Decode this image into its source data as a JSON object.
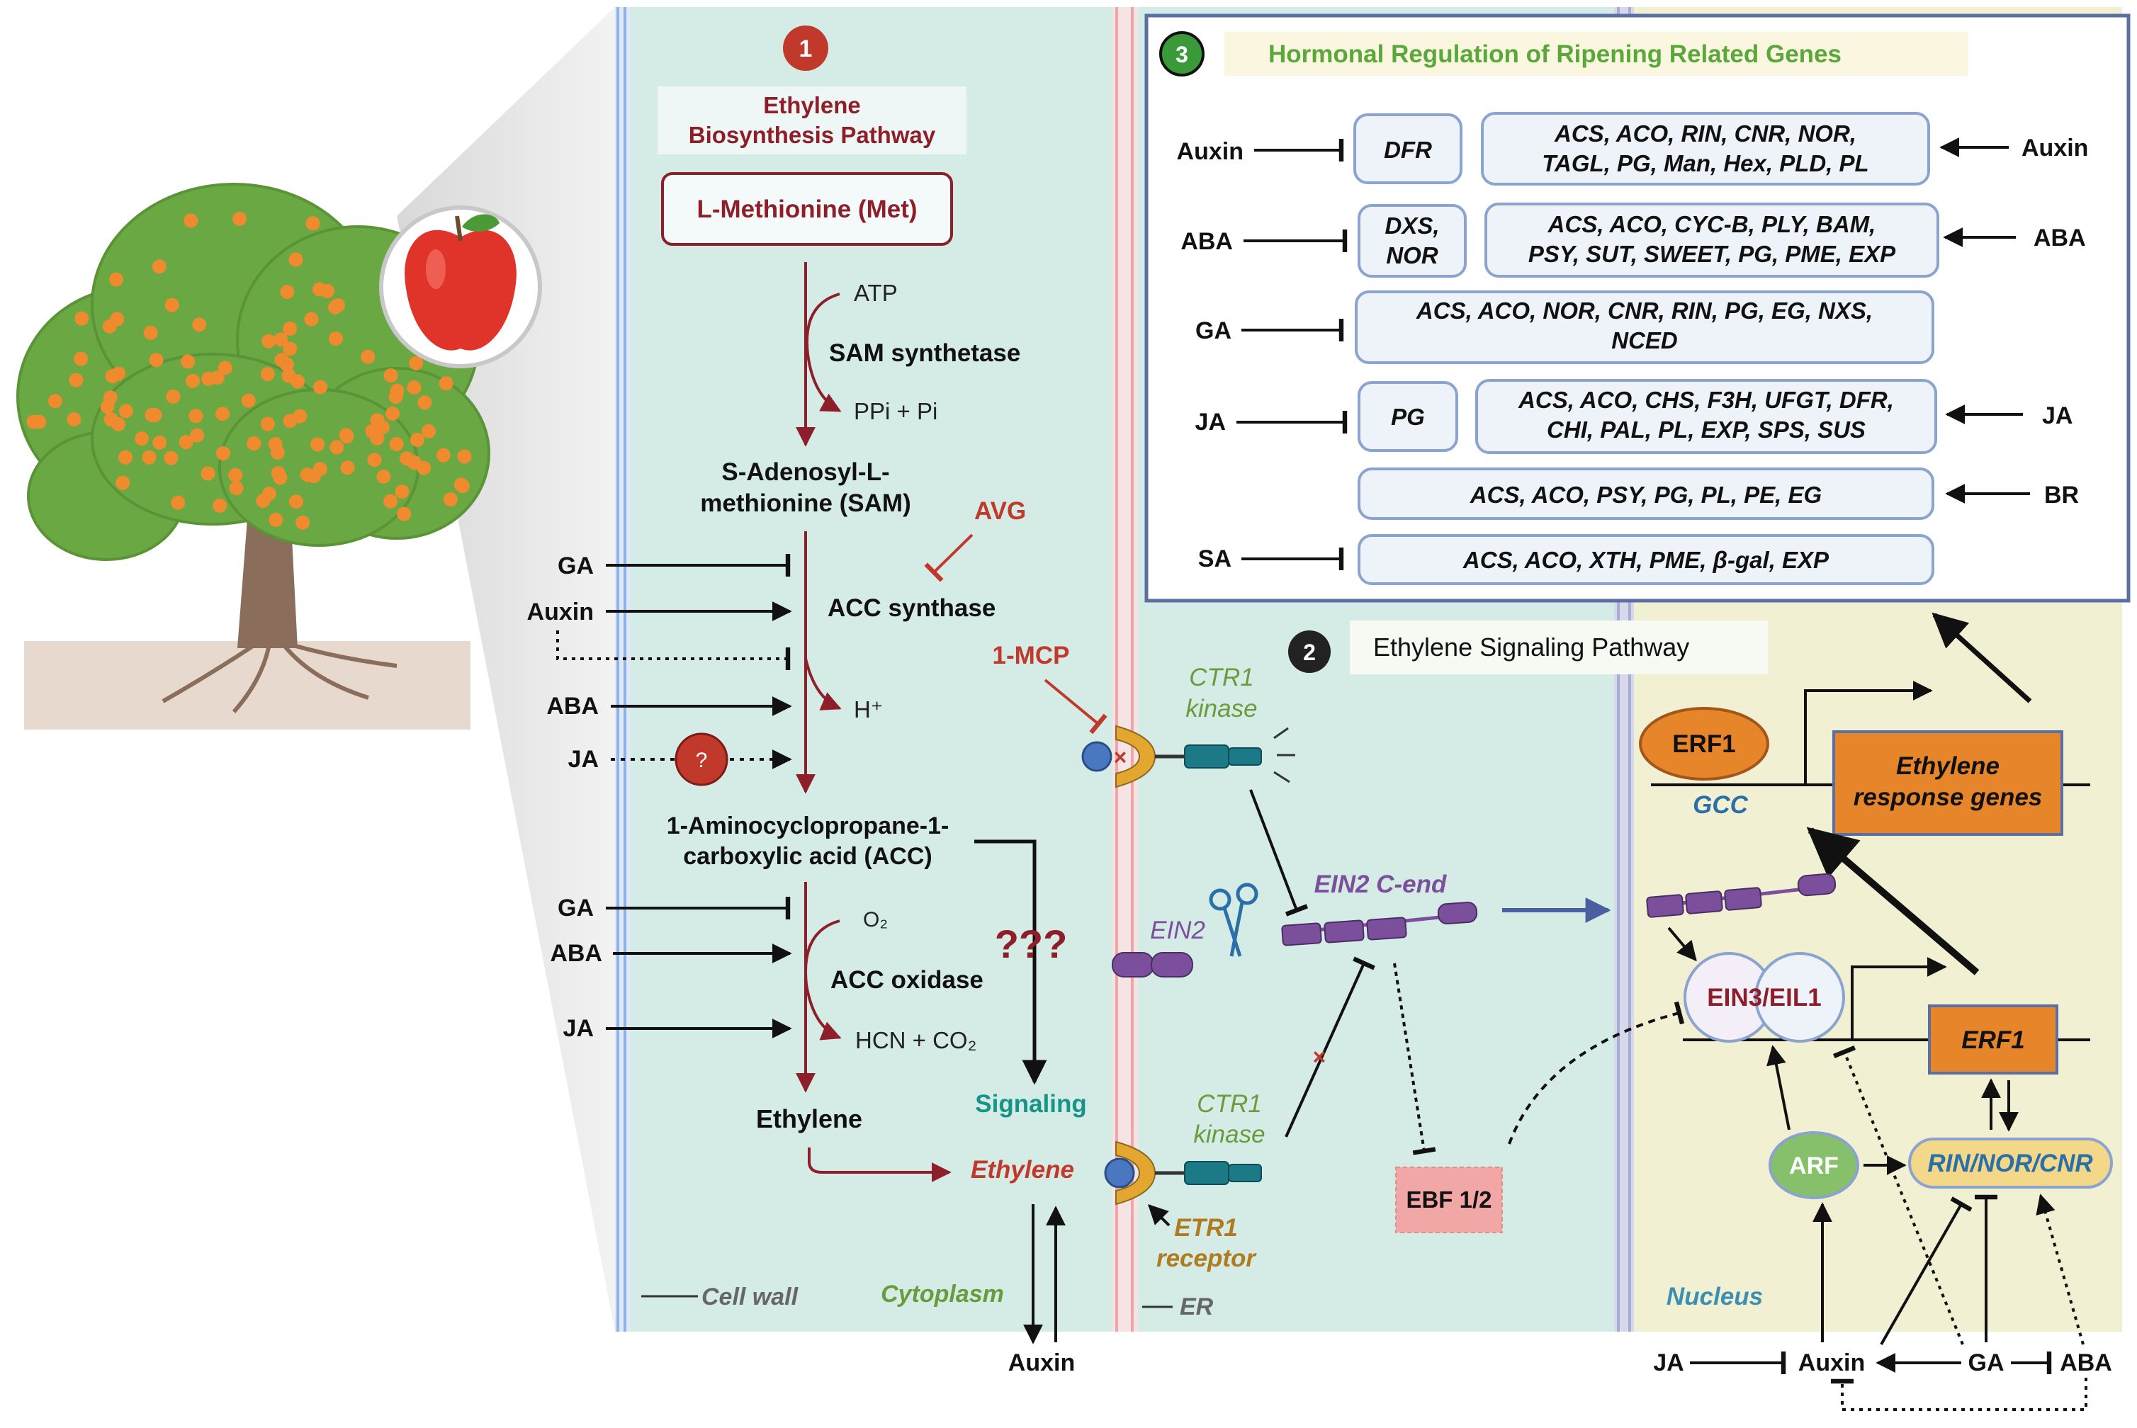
{
  "colors": {
    "cytoplasm": "#d5ebe6",
    "nucleus": "#f2f0d2",
    "box3_bg": "#ffffff",
    "dark_red": "#8e1f2a",
    "red": "#c0392b",
    "teal": "#179488",
    "green_label": "#6a9b3c",
    "purple": "#7b4f9b",
    "orange": "#e6852a",
    "blue_text": "#2a6fa8"
  },
  "panel1": {
    "badge": "1",
    "title_line1": "Ethylene",
    "title_line2": "Biosynthesis Pathway",
    "met": "L-Methionine (Met)",
    "atp": "ATP",
    "sam_synthetase": "SAM synthetase",
    "ppi": "PPi + Pi",
    "sam_line1": "S-Adenosyl-L-",
    "sam_line2": "methionine (SAM)",
    "avg": "AVG",
    "acc_synthase": "ACC synthase",
    "mcp": "1-MCP",
    "hplus": "H⁺",
    "q": "?",
    "acc_line1": "1-Aminocyclopropane-1-",
    "acc_line2": "carboxylic acid (ACC)",
    "o2": "O₂",
    "acc_oxidase": "ACC oxidase",
    "hcn": "HCN + CO₂",
    "qqq": "???",
    "ethylene": "Ethylene",
    "signaling": "Signaling",
    "ethylene_it": "Ethylene",
    "auxin_bottom": "Auxin",
    "cell_wall": "Cell wall",
    "cytoplasm": "Cytoplasm",
    "hormones_acs": [
      "GA",
      "Auxin",
      "ABA",
      "JA"
    ],
    "hormones_aco": [
      "GA",
      "ABA",
      "JA"
    ]
  },
  "panel2": {
    "badge": "2",
    "title": "Ethylene Signaling Pathway",
    "ctr1_top_line1": "CTR1",
    "ctr1_top_line2": "kinase",
    "ein2": "EIN2",
    "ein2_cend": "EIN2 C-end",
    "ctr1_bot_line1": "CTR1",
    "ctr1_bot_line2": "kinase",
    "etr1_line1": "ETR1",
    "etr1_line2": "receptor",
    "ebf": "EBF 1/2",
    "er": "ER"
  },
  "panel3": {
    "badge": "3",
    "title": "Hormonal Regulation of Ripening Related Genes",
    "rows": [
      {
        "left": "Auxin",
        "neg": "DFR",
        "pos_line1": "ACS, ACO, RIN, CNR, NOR,",
        "pos_line2": "TAGL, PG, Man, Hex, PLD, PL",
        "right": "Auxin"
      },
      {
        "left": "ABA",
        "neg_line1": "DXS,",
        "neg_line2": "NOR",
        "pos_line1": "ACS, ACO, CYC-B, PLY, BAM,",
        "pos_line2": "PSY, SUT, SWEET, PG, PME, EXP",
        "right": "ABA"
      },
      {
        "left": "GA",
        "box_line1": "ACS, ACO, NOR, CNR, RIN, PG, EG, NXS,",
        "box_line2": "NCED"
      },
      {
        "left": "JA",
        "neg": "PG",
        "pos_line1": "ACS, ACO, CHS, F3H, UFGT, DFR,",
        "pos_line2": "CHI, PAL, PL, EXP, SPS, SUS",
        "right": "JA"
      },
      {
        "box": "ACS, ACO, PSY, PG, PL, PE, EG",
        "right": "BR"
      },
      {
        "left": "SA",
        "box": "ACS, ACO, XTH, PME, β-gal, EXP"
      }
    ]
  },
  "nucleus": {
    "erf1_top": "ERF1",
    "gcc": "GCC",
    "erg_line1": "Ethylene",
    "erg_line2": "response genes",
    "ein3": "EIN3/EIL1",
    "erf1_box": "ERF1",
    "arf": "ARF",
    "rin": "RIN/NOR/CNR",
    "label": "Nucleus",
    "bottom": [
      "JA",
      "Auxin",
      "GA",
      "ABA"
    ]
  }
}
